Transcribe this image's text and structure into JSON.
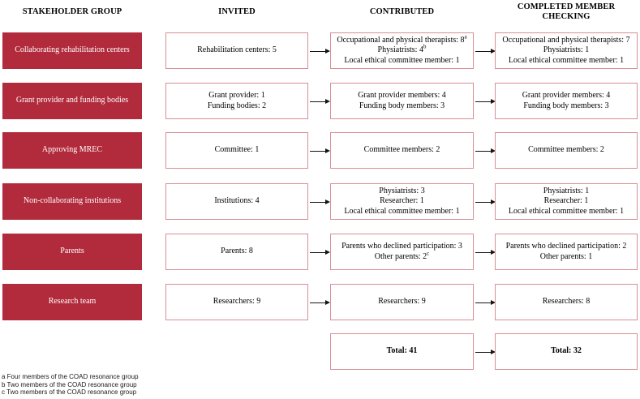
{
  "colors": {
    "group_box_fill": "#B22B3C",
    "group_box_text": "#FFFFFF",
    "white_box_border": "#D88E96",
    "arrow": "#141414",
    "text": "#000000"
  },
  "columns": {
    "headers": [
      "STAKEHOLDER GROUP",
      "INVITED",
      "CONTRIBUTED",
      "COMPLETED MEMBER\nCHECKING"
    ]
  },
  "rows": [
    {
      "group": "Collaborating rehabilitation centers",
      "invited": [
        {
          "text": "Rehabilitation centers: 5"
        }
      ],
      "contributed": [
        {
          "text": "Occupational and physical therapists: 8",
          "sup": "a"
        },
        {
          "text": "Physiatrists: 4",
          "sup": "b"
        },
        {
          "text": "Local ethical committee member: 1"
        }
      ],
      "completed": [
        {
          "text": "Occupational and physical therapists: 7"
        },
        {
          "text": "Physiatrists: 1"
        },
        {
          "text": "Local ethical committee member: 1"
        }
      ]
    },
    {
      "group": "Grant provider and funding bodies",
      "invited": [
        {
          "text": "Grant provider: 1"
        },
        {
          "text": "Funding bodies: 2"
        }
      ],
      "contributed": [
        {
          "text": "Grant provider members: 4"
        },
        {
          "text": "Funding body members: 3"
        }
      ],
      "completed": [
        {
          "text": "Grant provider members: 4"
        },
        {
          "text": "Funding body members: 3"
        }
      ]
    },
    {
      "group": "Approving MREC",
      "invited": [
        {
          "text": "Committee: 1"
        }
      ],
      "contributed": [
        {
          "text": "Committee members: 2"
        }
      ],
      "completed": [
        {
          "text": "Committee members: 2"
        }
      ]
    },
    {
      "group": "Non-collaborating institutions",
      "invited": [
        {
          "text": "Institutions: 4"
        }
      ],
      "contributed": [
        {
          "text": "Physiatrists: 3"
        },
        {
          "text": "Researcher: 1"
        },
        {
          "text": "Local ethical committee member: 1"
        }
      ],
      "completed": [
        {
          "text": "Physiatrists: 1"
        },
        {
          "text": "Researcher: 1"
        },
        {
          "text": "Local ethical committee member: 1"
        }
      ]
    },
    {
      "group": "Parents",
      "invited": [
        {
          "text": "Parents: 8"
        }
      ],
      "contributed": [
        {
          "text": "Parents who declined participation: 3"
        },
        {
          "text": "Other parents: 2",
          "sup": "c"
        }
      ],
      "completed": [
        {
          "text": "Parents who declined participation: 2"
        },
        {
          "text": "Other parents: 1"
        }
      ]
    },
    {
      "group": "Research team",
      "invited": [
        {
          "text": "Researchers: 9"
        }
      ],
      "contributed": [
        {
          "text": "Researchers: 9"
        }
      ],
      "completed": [
        {
          "text": "Researchers: 8"
        }
      ]
    }
  ],
  "total_row": {
    "contributed": "Total: 41",
    "completed": "Total: 32"
  },
  "footnotes": [
    "a Four members of the COAD resonance group",
    "b Two members of the COAD resonance group",
    "c Two members of the COAD resonance group"
  ]
}
